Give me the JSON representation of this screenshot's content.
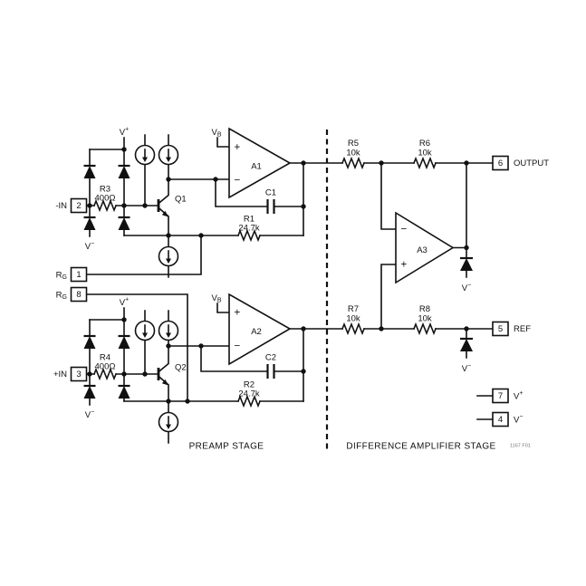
{
  "stages": {
    "preamp": "PREAMP STAGE",
    "difference": "DIFFERENCE AMPLIFIER STAGE",
    "figure_ref": "1167 F01"
  },
  "amplifiers": {
    "a1": "A1",
    "a2": "A2",
    "a3": "A3"
  },
  "transistors": {
    "q1": "Q1",
    "q2": "Q2"
  },
  "components": {
    "r1": {
      "name": "R1",
      "value": "24.7k"
    },
    "r2": {
      "name": "R2",
      "value": "24.7k"
    },
    "r3": {
      "name": "R3",
      "value": "400Ω"
    },
    "r4": {
      "name": "R4",
      "value": "400Ω"
    },
    "r5": {
      "name": "R5",
      "value": "10k"
    },
    "r6": {
      "name": "R6",
      "value": "10k"
    },
    "r7": {
      "name": "R7",
      "value": "10k"
    },
    "r8": {
      "name": "R8",
      "value": "10k"
    },
    "c1": "C1",
    "c2": "C2"
  },
  "pins": {
    "p1": "1",
    "p2": "2",
    "p3": "3",
    "p4": "4",
    "p5": "5",
    "p6": "6",
    "p7": "7",
    "p8": "8",
    "neg_in": "-IN",
    "pos_in": "+IN",
    "output": "OUTPUT",
    "ref": "REF"
  },
  "symbols": {
    "v": "V",
    "plus": "+",
    "minus": "−",
    "r": "R",
    "sub_g": "G",
    "sub_b": "B"
  },
  "colors": {
    "line": "#111111",
    "background": "#ffffff"
  }
}
